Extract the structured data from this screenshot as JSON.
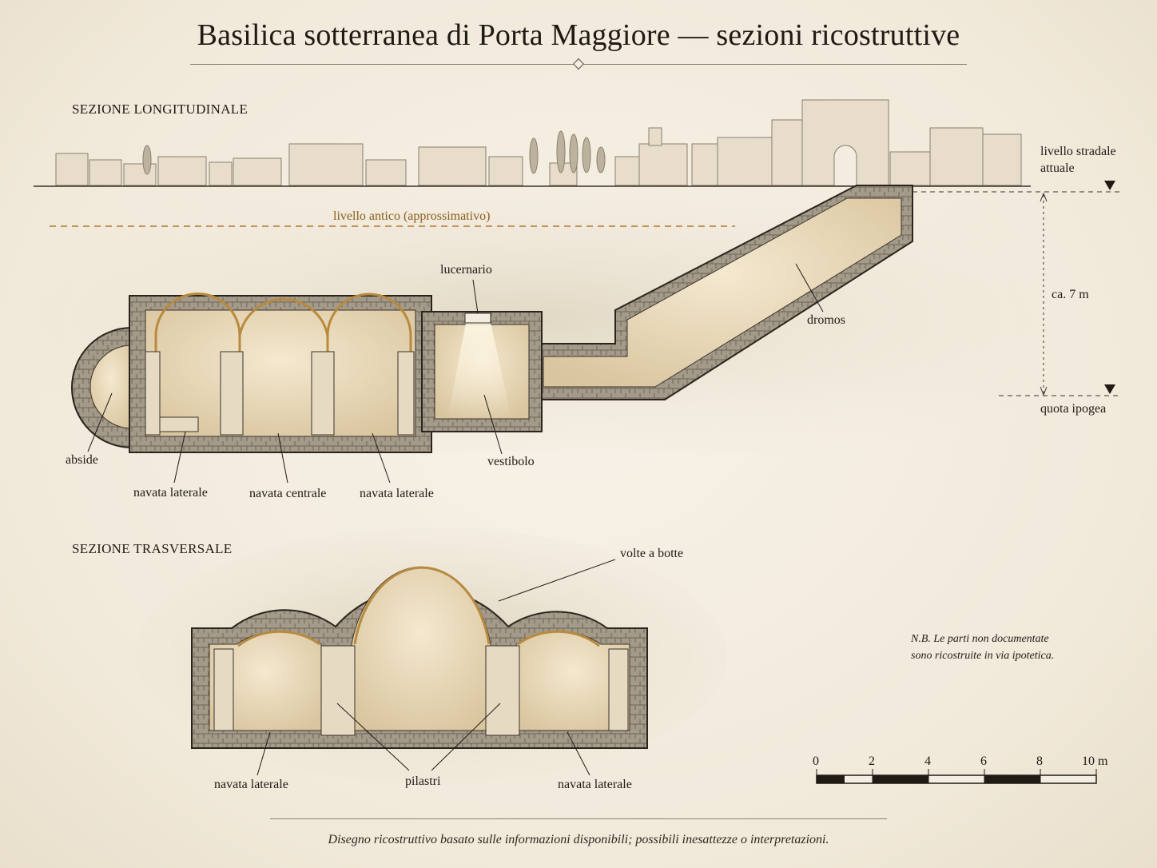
{
  "title": "Basilica sotterranea di Porta Maggiore — sezioni ricostruttive",
  "sections": {
    "longitudinal": "SEZIONE LONGITUDINALE",
    "transversal": "SEZIONE TRASVERSALE"
  },
  "labels": {
    "street_level": "livello stradale",
    "street_level_2": "attuale",
    "ancient_level": "livello antico (approssimativo)",
    "depth": "ca. 7 m",
    "hypogeum_level": "quota ipogea",
    "skylight": "lucernario",
    "dromos": "dromos",
    "apse": "abside",
    "vestibule": "vestibolo",
    "side_nave_left": "navata laterale",
    "central_nave": "navata centrale",
    "side_nave_right": "navata laterale",
    "barrel_vaults": "volte a botte",
    "pillars": "pilastri",
    "t_side_nave_left": "navata laterale",
    "t_side_nave_right": "navata laterale"
  },
  "note": {
    "line1": "N.B. Le parti non documentate",
    "line2": "sono ricostruite in via ipotetica."
  },
  "scale": {
    "ticks": [
      "0",
      "2",
      "4",
      "6",
      "8",
      "10 m"
    ]
  },
  "footer": "Disegno ricostruttivo basato sulle informazioni disponibili; possibili inesattezze o interpretazioni.",
  "colors": {
    "ink": "#1f1a14",
    "stone": "#8c8274",
    "interior": "#ead9b8",
    "gold": "#b88a3e",
    "ground": "#d8ccb4"
  }
}
